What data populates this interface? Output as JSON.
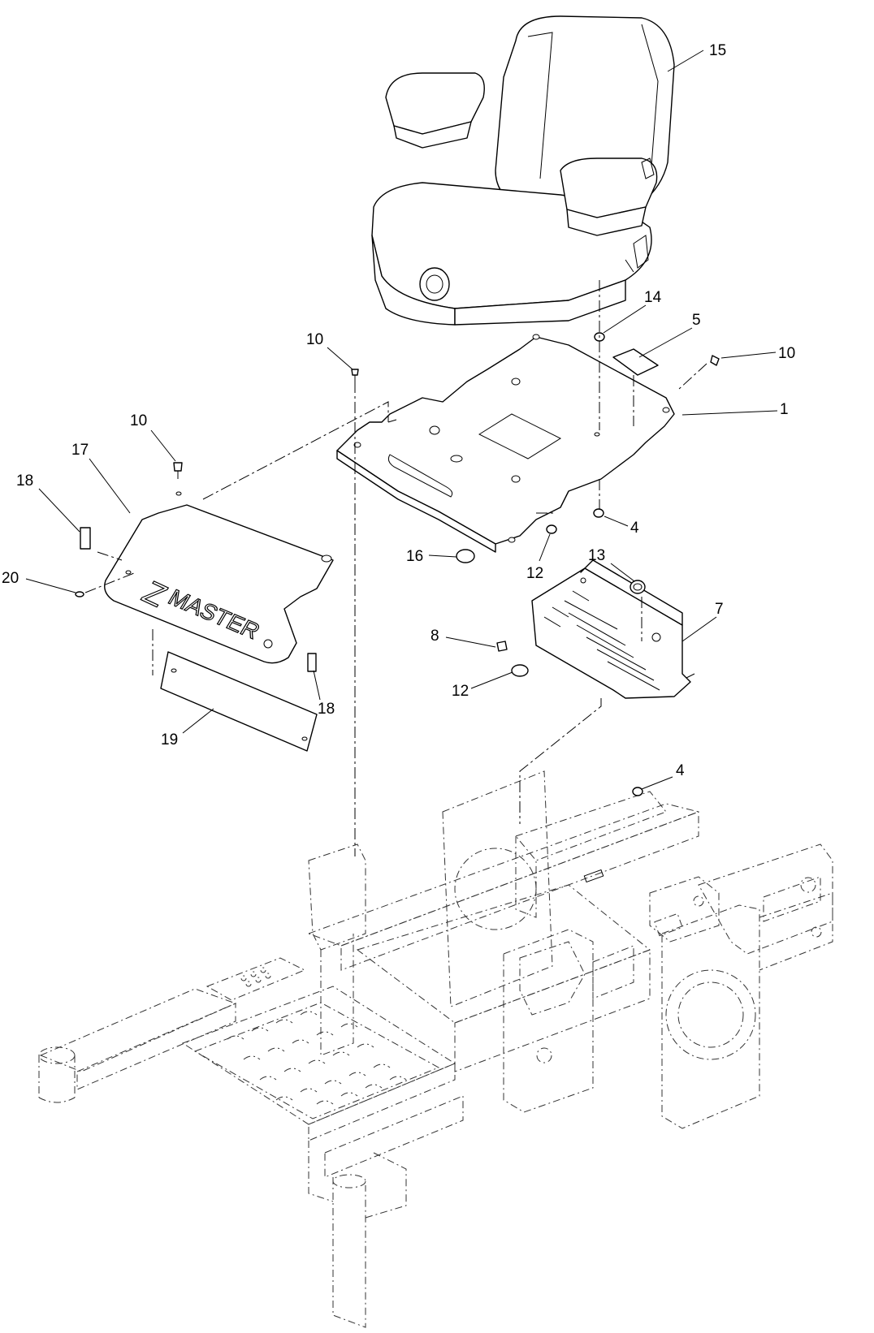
{
  "callouts": [
    {
      "id": "c15",
      "label": "15"
    },
    {
      "id": "c14",
      "label": "14"
    },
    {
      "id": "c5",
      "label": "5"
    },
    {
      "id": "c10a",
      "label": "10"
    },
    {
      "id": "c10b",
      "label": "10"
    },
    {
      "id": "c1",
      "label": "1"
    },
    {
      "id": "c10c",
      "label": "10"
    },
    {
      "id": "c17",
      "label": "17"
    },
    {
      "id": "c18a",
      "label": "18"
    },
    {
      "id": "c20",
      "label": "20"
    },
    {
      "id": "c4a",
      "label": "4"
    },
    {
      "id": "c16",
      "label": "16"
    },
    {
      "id": "c12a",
      "label": "12"
    },
    {
      "id": "c13",
      "label": "13"
    },
    {
      "id": "c7",
      "label": "7"
    },
    {
      "id": "c8",
      "label": "8"
    },
    {
      "id": "c12b",
      "label": "12"
    },
    {
      "id": "c18b",
      "label": "18"
    },
    {
      "id": "c19",
      "label": "19"
    },
    {
      "id": "c4b",
      "label": "4"
    }
  ],
  "shroud_logo": {
    "initial": "Z",
    "text": "MASTER"
  }
}
